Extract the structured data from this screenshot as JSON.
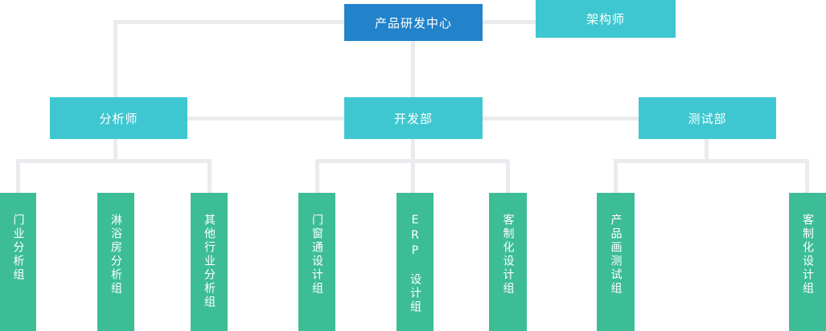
{
  "colors": {
    "root_bg": "#2283CB",
    "dept_bg": "#3EC7D0",
    "team_bg": "#3DBD96",
    "connector": "#E9EBEE",
    "node_text": "#FFFFFF",
    "canvas_bg": "#FFFFFF"
  },
  "org": {
    "root": "产品研发中心",
    "architect": "架构师",
    "departments": [
      {
        "label": "分析师",
        "teams": [
          "门业分析组",
          "淋浴房分析组",
          "其他行业分析组"
        ]
      },
      {
        "label": "开发部",
        "teams": [
          "门窗通设计组",
          "ERP　设计组",
          "客制化设计组"
        ]
      },
      {
        "label": "测试部",
        "teams": [
          "产品画测试组",
          "客制化设计组"
        ]
      }
    ]
  }
}
